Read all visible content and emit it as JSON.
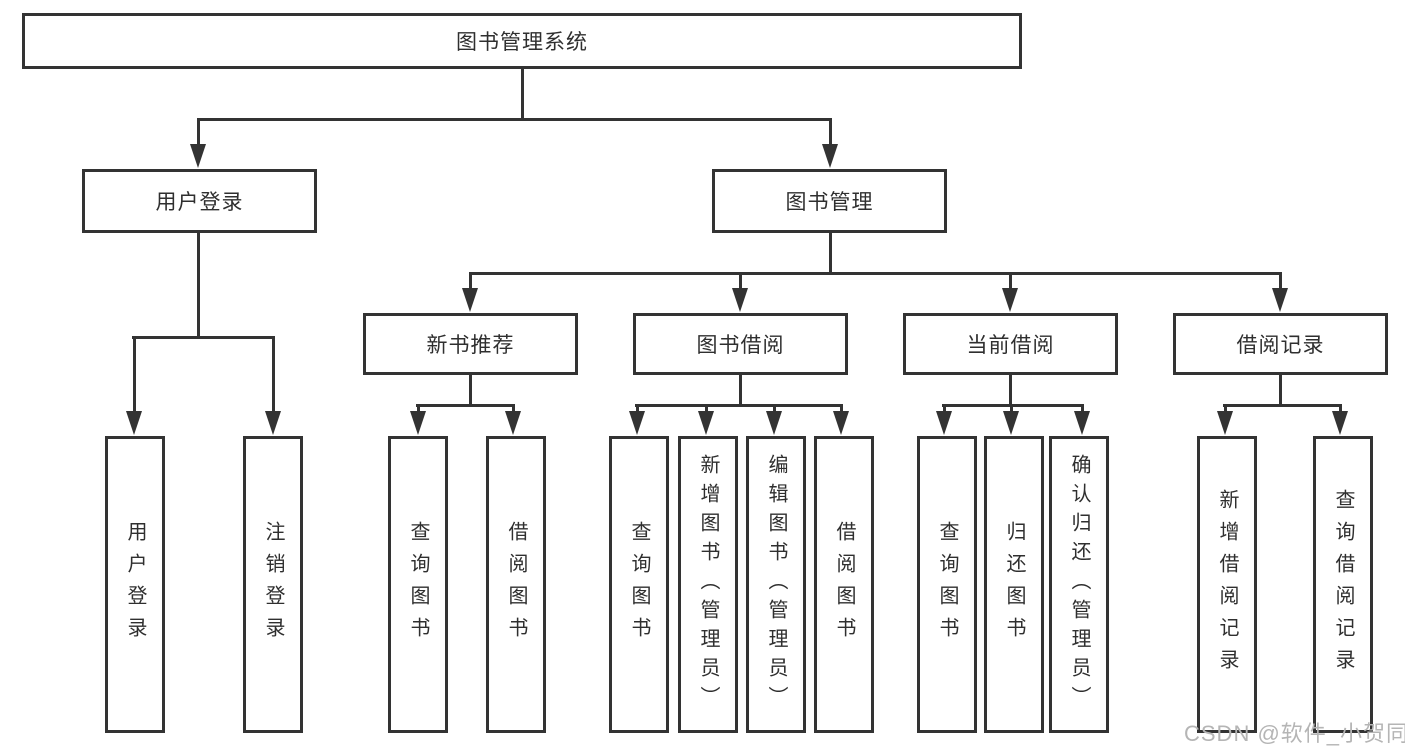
{
  "palette": {
    "line_color": "#333333",
    "box_border_color": "#333333",
    "text_color": "#2f2f2f",
    "background": "#ffffff",
    "watermark_color": "#b5b5b5"
  },
  "diagram": {
    "type": "hierarchy-tree",
    "root": "图书管理系统",
    "level2": [
      "用户登录",
      "图书管理"
    ],
    "level3": [
      "新书推荐",
      "图书借阅",
      "当前借阅",
      "借阅记录"
    ],
    "leaves_login": [
      "用户登录",
      "注销登录"
    ],
    "leaves_recommend": [
      "查询图书",
      "借阅图书"
    ],
    "leaves_borrow": [
      "查询图书",
      "新增图书（管理员）",
      "编辑图书（管理员）",
      "借阅图书"
    ],
    "leaves_current": [
      "查询图书",
      "归还图书",
      "确认归还（管理员）"
    ],
    "leaves_records": [
      "新增借阅记录",
      "查询借阅记录"
    ]
  },
  "watermark": "CSDN @软件_小贺同学"
}
